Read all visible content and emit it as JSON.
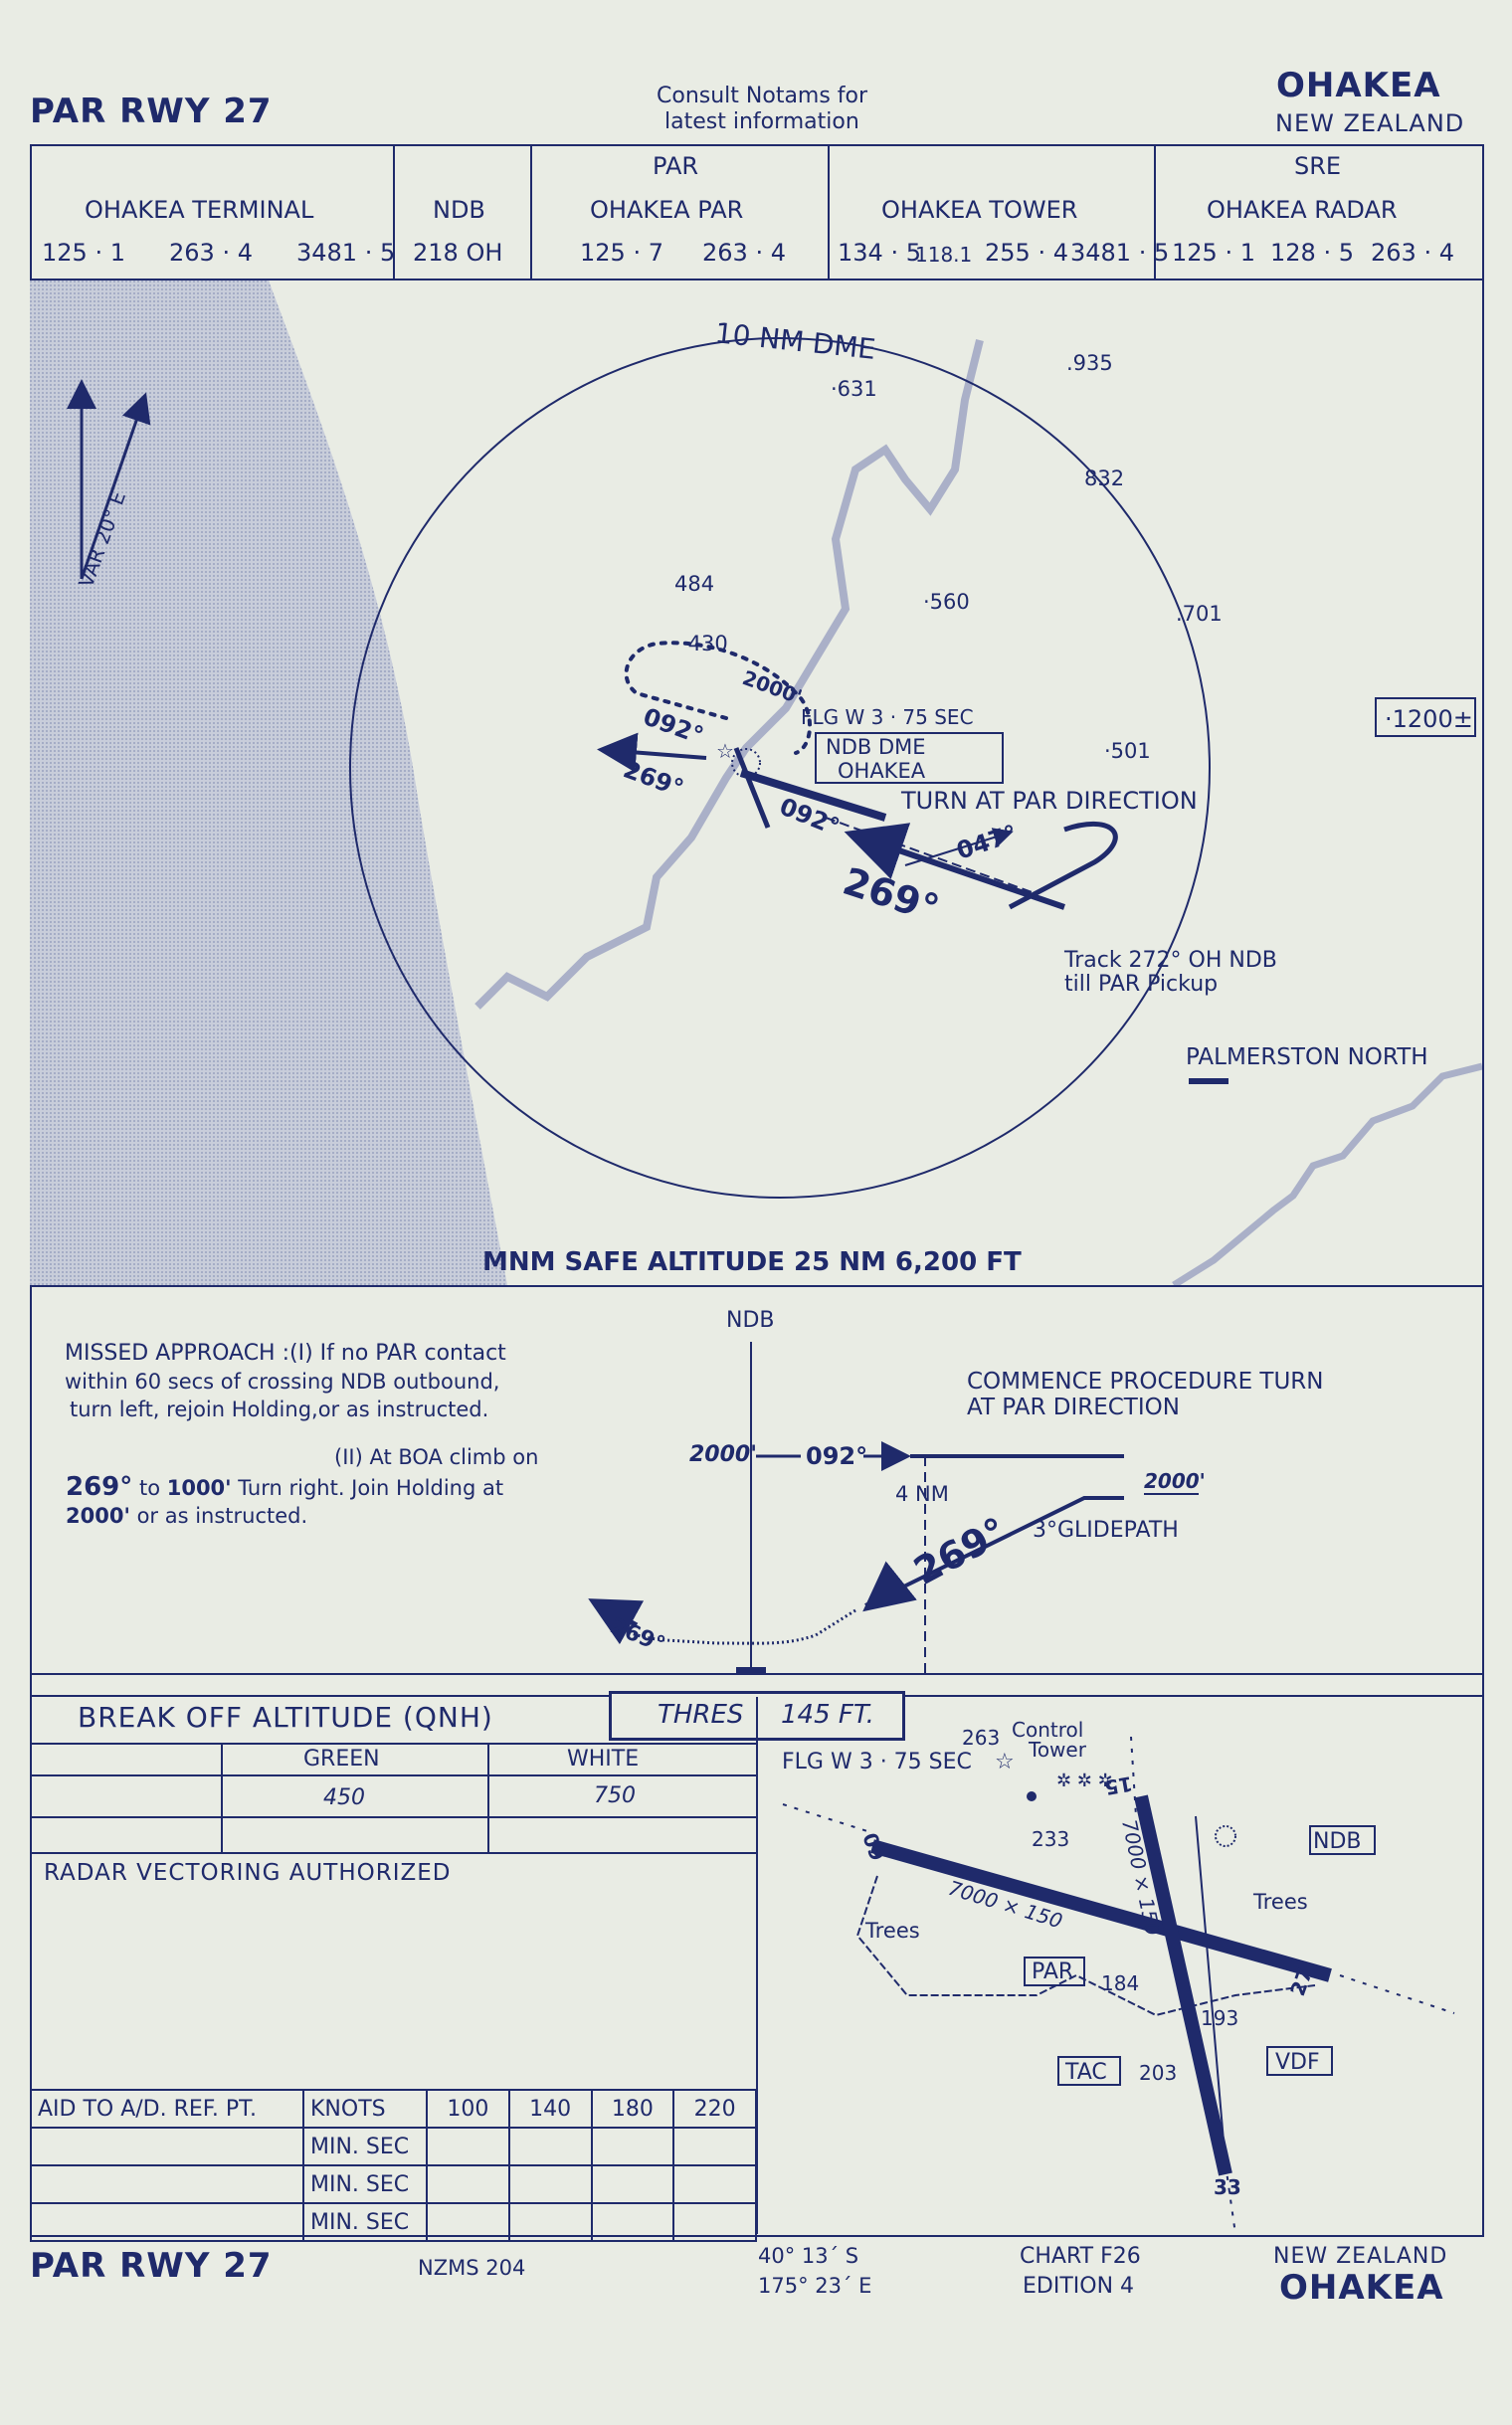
{
  "header": {
    "title_left": "PAR RWY 27",
    "notams_line1": "Consult Notams for",
    "notams_line2": "latest information",
    "station": "OHAKEA",
    "country": "NEW ZEALAND"
  },
  "freq_table": {
    "terminal": {
      "label": "OHAKEA TERMINAL",
      "f1": "125 · 1",
      "f2": "263 · 4",
      "f3": "3481 · 5"
    },
    "ndb": {
      "label": "NDB",
      "value": "218  OH"
    },
    "par": {
      "top": "PAR",
      "label": "OHAKEA PAR",
      "f1": "125 · 7",
      "f2": "263 · 4"
    },
    "tower": {
      "label": "OHAKEA TOWER",
      "f1": "134 · 5",
      "f2": "118.1",
      "f3": "255 · 4",
      "f4": "3481 · 5"
    },
    "sre": {
      "top": "SRE",
      "label": "OHAKEA RADAR",
      "f1": "125 · 1",
      "f2": "128 · 5",
      "f3": "263 · 4"
    }
  },
  "plan": {
    "dme_ring": "10 NM DME",
    "var": "VAR 20° E",
    "spot_heights": [
      "·631",
      ".935",
      "832",
      "484",
      "·560",
      "·430",
      ".701",
      "·501"
    ],
    "hold_alt": "2000'",
    "hold_out": "092°",
    "hold_in": "269°",
    "beacon": "FLG W  3 · 75  SEC",
    "ndb_dme_1": "NDB  DME",
    "ndb_dme_2": "OHAKEA",
    "outbound": "092°",
    "turn_note": "TURN AT PAR DIRECTION",
    "pt_out": "047°",
    "final": "269°",
    "track_note_1": "Track  272°  OH  NDB",
    "track_note_2": "till  PAR    Pickup",
    "palmerston": "PALMERSTON NORTH",
    "side_alt": "·1200±",
    "msa": "MNM SAFE ALTITUDE  25 NM   6,200  FT"
  },
  "profile": {
    "ma_title": "MISSED APPROACH",
    "ma_1a": ":(I)  If no  PAR contact",
    "ma_1b": "within  60  secs of crossing  NDB outbound,",
    "ma_1c": "turn left, rejoin   Holding,or as instructed.",
    "ma_2a": "(II) At BOA climb on",
    "ma_2b_hdg": "269°",
    "ma_2b": " to ",
    "ma_2b_alt": "1000'",
    "ma_2b_rest": " Turn right.  Join  Holding at",
    "ma_2c_alt": "2000'",
    "ma_2c": " or as instructed.",
    "ndb": "NDB",
    "alt_left": "2000'",
    "out": "092°",
    "commence_1": "COMMENCE  PROCEDURE  TURN",
    "commence_2": "AT  PAR  DIRECTION",
    "alt_right": "2000'",
    "dist": "4 NM",
    "final": "269°",
    "glide": "3°GLIDEPATH",
    "missed": "269°"
  },
  "minima": {
    "boa_title": "BREAK  OFF  ALTITUDE  (QNH)",
    "thres_label": "THRES",
    "thres_value": "145  FT.",
    "green": "GREEN",
    "white": "WHITE",
    "green_val": "450",
    "white_val": "750",
    "radar": "RADAR  VECTORING  AUTHORIZED",
    "aid_label": "AID  TO  A/D.  REF.  PT.",
    "knots": "KNOTS",
    "speeds": [
      "100",
      "140",
      "180",
      "220"
    ],
    "min_sec": [
      "MIN. SEC",
      "MIN. SEC",
      "MIN. SEC"
    ]
  },
  "aerodrome": {
    "beacon": "FLG W  3 · 75  SEC",
    "control_num": "263",
    "control_1": "Control",
    "control_2": "Tower",
    "e233": "233",
    "ndb": "NDB",
    "trees_r": "Trees",
    "trees_l": "Trees",
    "par": "PAR",
    "e184": "184",
    "e193": "193",
    "vdf": "VDF",
    "tac": "TAC",
    "e203": "203",
    "rwy_09": "09",
    "rwy_27": "27",
    "rwy_15": "15",
    "rwy_33": "33",
    "rwy_main": "7000  ×  150",
    "rwy_cross": "7000 × 150"
  },
  "footer": {
    "title_left": "PAR RWY 27",
    "nzms": "NZMS 204",
    "lat": "40°  13´  S",
    "lon": "175°  23´  E",
    "chart": "CHART  F26",
    "edition": "EDITION  4",
    "country": "NEW  ZEALAND",
    "station": "OHAKEA"
  }
}
